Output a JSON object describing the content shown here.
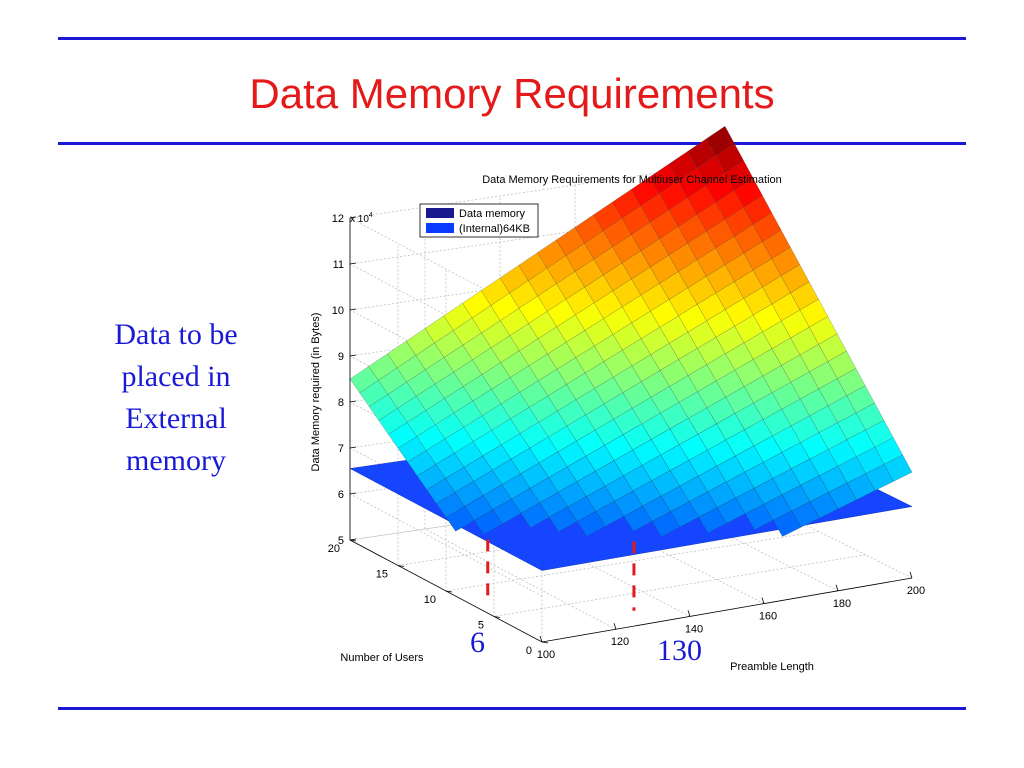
{
  "slide": {
    "title": "Data Memory Requirements",
    "side_note_lines": [
      "Data to be",
      "placed  in",
      "External",
      "memory"
    ],
    "rule_color": "#1a1ad6",
    "title_color": "#e41a1a"
  },
  "chart_data": {
    "type": "surface3d",
    "title": "Data Memory Requirements for Multiuser Channel Estimation",
    "zlabel": "Data Memory required (in Bytes)",
    "xlabel": "Preamble Length",
    "ylabel": "Number of Users",
    "z_multiplier": "x 10",
    "z_multiplier_exp": "4",
    "x_ticks": [
      "100",
      "120",
      "140",
      "160",
      "180",
      "200"
    ],
    "y_ticks": [
      "0",
      "5",
      "10",
      "15",
      "20"
    ],
    "z_ticks": [
      "5",
      "6",
      "7",
      "8",
      "9",
      "10",
      "11",
      "12"
    ],
    "xlim": [
      100,
      200
    ],
    "ylim": [
      0,
      20
    ],
    "zlim": [
      50000,
      120000
    ],
    "grid": true,
    "legend_position": "top-left",
    "series": [
      {
        "name": "Data memory",
        "color": "#1a1a8c",
        "colormap": "jet",
        "x": [
          100,
          200
        ],
        "y": [
          0,
          20
        ],
        "z": [
          [
            47000,
            73000
          ],
          [
            85000,
            128000
          ]
        ]
      },
      {
        "name": "(Internal)64KB",
        "color": "#0a3cff",
        "x": [
          100,
          200
        ],
        "y": [
          0,
          20
        ],
        "z": [
          [
            65536,
            65536
          ],
          [
            65536,
            65536
          ]
        ]
      }
    ],
    "annotations": [
      {
        "text": "6",
        "axis": "users",
        "value": 6
      },
      {
        "text": "130",
        "axis": "preamble",
        "value": 130
      }
    ]
  }
}
